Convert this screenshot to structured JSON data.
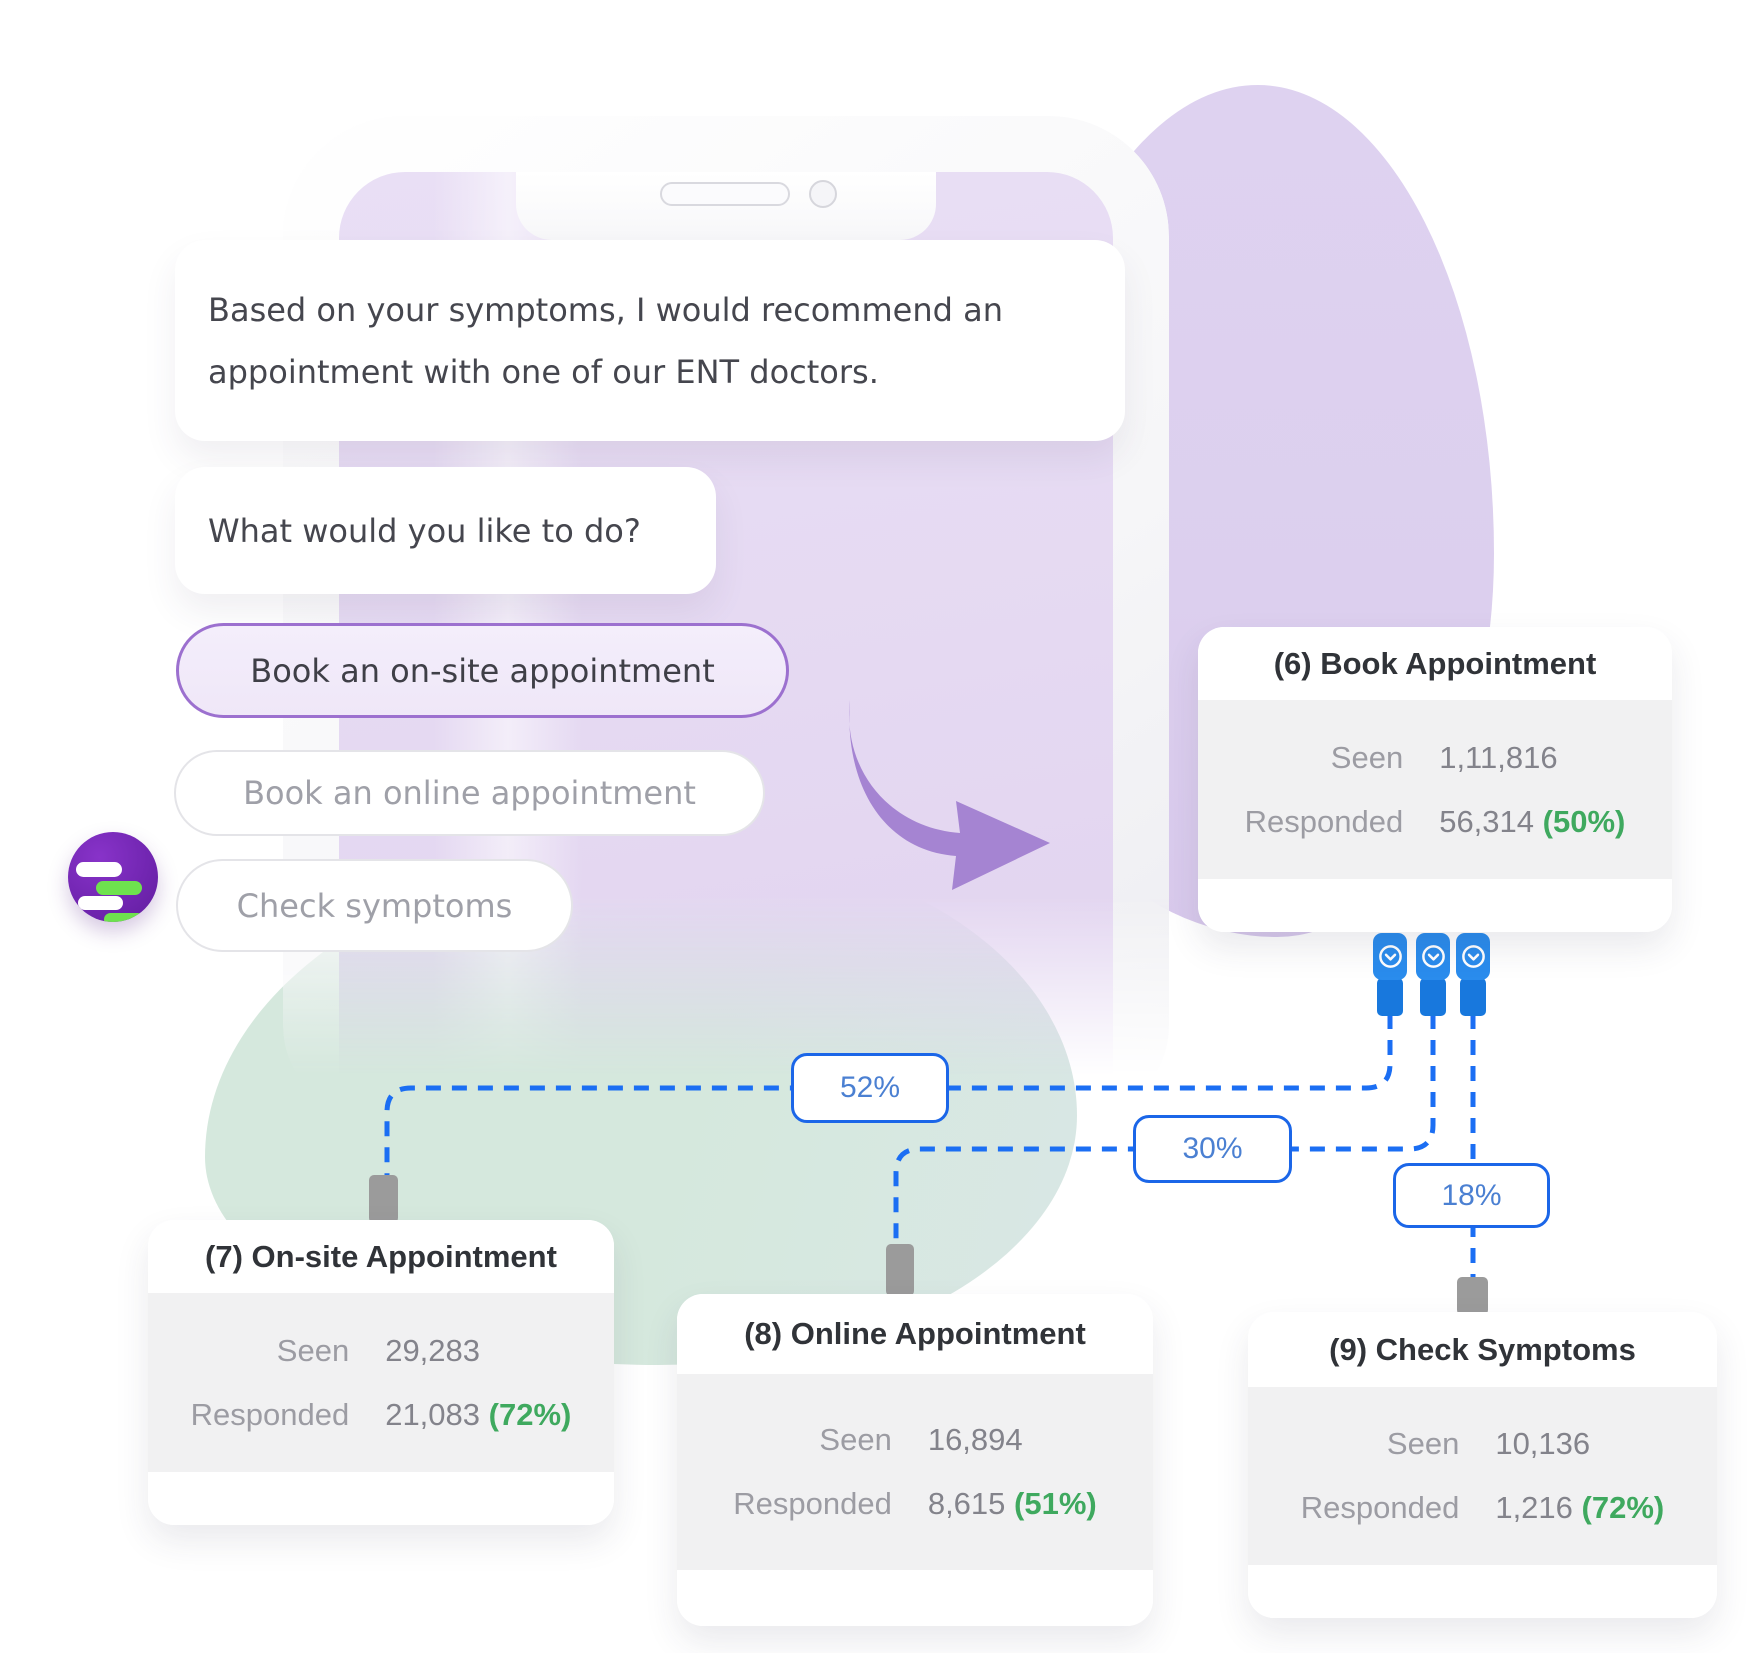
{
  "chat": {
    "messages": [
      {
        "lines": [
          "Based on your symptoms, I would recommend an",
          "appointment with one of our ENT doctors."
        ]
      },
      {
        "lines": [
          "What would you like to do?"
        ]
      }
    ],
    "options": [
      {
        "label": "Book an on-site appointment",
        "selected": true
      },
      {
        "label": "Book an online appointment",
        "selected": false
      },
      {
        "label": "Check symptoms",
        "selected": false
      }
    ]
  },
  "flow": {
    "cards": [
      {
        "title": "(6) Book Appointment",
        "seen_label": "Seen",
        "seen_value": "1,11,816",
        "responded_label": "Responded",
        "responded_value": "56,314",
        "responded_rate": "(50%)"
      },
      {
        "title": "(7) On-site Appointment",
        "seen_label": "Seen",
        "seen_value": "29,283",
        "responded_label": "Responded",
        "responded_value": "21,083",
        "responded_rate": "(72%)"
      },
      {
        "title": "(8) Online Appointment",
        "seen_label": "Seen",
        "seen_value": "16,894",
        "responded_label": "Responded",
        "responded_value": "8,615",
        "responded_rate": "(51%)"
      },
      {
        "title": "(9) Check Symptoms",
        "seen_label": "Seen",
        "seen_value": "10,136",
        "responded_label": "Responded",
        "responded_value": "1,216",
        "responded_rate": "(72%)"
      }
    ],
    "edges": [
      {
        "percent": "52%"
      },
      {
        "percent": "30%"
      },
      {
        "percent": "18%"
      }
    ]
  },
  "colors": {
    "accent_blue": "#1b6ef3",
    "success_green": "#3fa95f",
    "brand_purple": "#7226b2",
    "selected_option_border": "#9c70cf",
    "screen_lavender": "#e5d9f2",
    "blob_green": "#d5e8dd"
  }
}
